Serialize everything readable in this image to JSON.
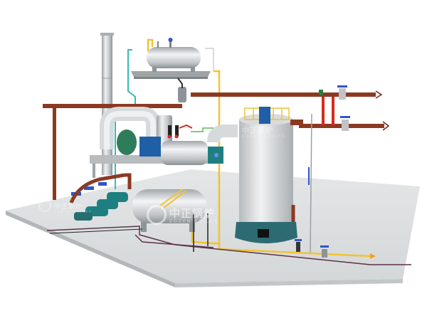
{
  "image": {
    "subject": "Vertical thermal oil boiler system 3D illustration",
    "watermarks": [
      {
        "cn": "中正锅炉",
        "en": "ZOZEN BOILER",
        "position": "oil-storage-tank"
      },
      {
        "cn": "中正锅炉",
        "en": "ZOZEN BOILER",
        "position": "boiler-top"
      },
      {
        "cn": "中正锅炉",
        "en": "ZOZEN BOILER",
        "position": "pump-area"
      }
    ],
    "components": [
      "chimney-stack",
      "expansion-tank",
      "burner-fan",
      "air-preheater",
      "oil-storage-tank",
      "circulation-pumps",
      "vertical-boiler",
      "main-inlet-pipe",
      "main-outlet-pipe",
      "base-platform"
    ],
    "colors": {
      "platform": "#d9dcdd",
      "platform_edge": "#b9bdbf",
      "steel": "#c9cdd0",
      "pipe_brown": "#8b3a22",
      "pipe_yellow": "#f2c232",
      "pipe_cyan": "#3bb8b8",
      "pump_teal": "#1f7f80",
      "valve_blue": "#2f56c8",
      "boiler_base": "#2d6b73",
      "red_pipe": "#d42a20"
    },
    "flow_arrows": [
      "inlet-left-arrow",
      "outlet-right-arrow"
    ]
  }
}
